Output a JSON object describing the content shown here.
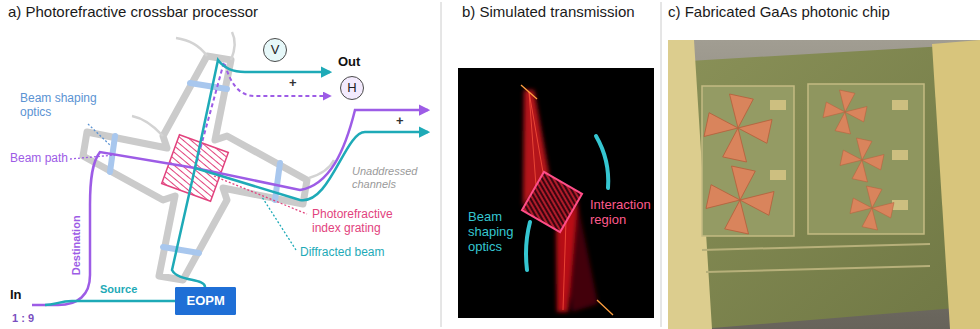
{
  "diagram": {
    "nodes": [
      {
        "text": [
          "V"
        ]
      },
      {
        "text": [
          "H"
        ]
      },
      {
        "text": [
          "EOPM"
        ]
      }
    ],
    "labels": [
      "a) Photorefractive crossbar processor",
      "Out",
      "+",
      "+",
      "Beam shaping optics",
      "Beam path",
      "Unaddressed channels",
      "Photorefractive index grating",
      "Diffracted beam",
      "In",
      "Destination",
      "Source",
      "1 : 9",
      "b) Simulated transmission",
      "Beam shaping optics",
      "Interaction region",
      "c) Fabricated GaAs photonic chip"
    ]
  }
}
